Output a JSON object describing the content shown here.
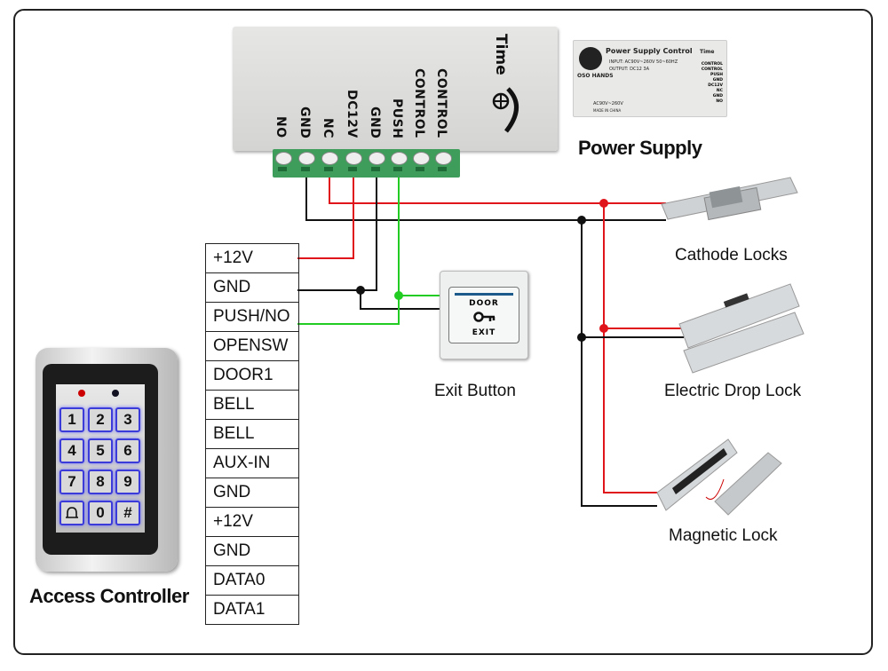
{
  "power_supply": {
    "brand": "Time",
    "terminals": [
      "NO",
      "GND",
      "NC",
      "DC12V",
      "GND",
      "PUSH",
      "CONTROL",
      "CONTROL"
    ],
    "caption": "Power Supply",
    "photo": {
      "title": "Power Supply Control",
      "input": "INPUT: AC90V~260V 50~60HZ",
      "output": "OUTPUT: DC12 3A",
      "logo": "OSO HANDS",
      "brand": "Time",
      "voltage": "AC90V~260V",
      "origin": "MADE IN CHINA",
      "terminals": [
        "CONTROL",
        "CONTROL",
        "PUSH",
        "GND",
        "DC12V",
        "NC",
        "GND",
        "NO"
      ]
    }
  },
  "controller": {
    "caption": "Access Controller",
    "pins": [
      "+12V",
      "GND",
      "PUSH/NO",
      "OPENSW",
      "DOOR1",
      "BELL",
      "BELL",
      "AUX-IN",
      "GND",
      "+12V",
      "GND",
      "DATA0",
      "DATA1"
    ],
    "keys": [
      "1",
      "2",
      "3",
      "4",
      "5",
      "6",
      "7",
      "8",
      "9",
      "bell",
      "0",
      "#"
    ]
  },
  "exit_button": {
    "caption": "Exit Button",
    "top_text": "DOOR",
    "bottom_text": "EXIT"
  },
  "locks": [
    {
      "caption": "Cathode Locks"
    },
    {
      "caption": "Electric Drop Lock"
    },
    {
      "caption": "Magnetic Lock"
    }
  ],
  "colors": {
    "positive_wire": "#e0141b",
    "ground_wire": "#111111",
    "push_wire": "#22cc22",
    "terminal_block": "#3f9d5c",
    "key_glow": "#3b3bd9"
  }
}
